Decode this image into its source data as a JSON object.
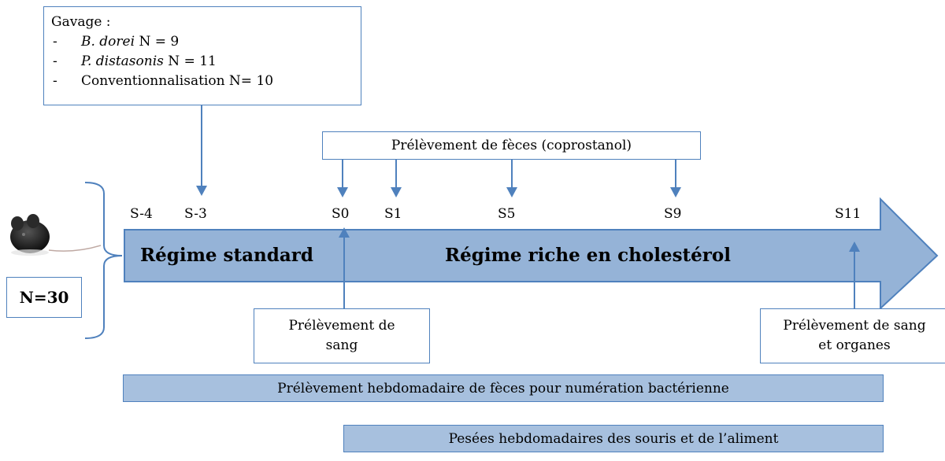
{
  "gavage": {
    "title": "Gavage :",
    "items": [
      {
        "species": "B. dorei",
        "count": "N = 9"
      },
      {
        "species": "P. distasonis",
        "count": "N = 11"
      },
      {
        "species": "",
        "count": "Conventionnalisation N= 10"
      }
    ]
  },
  "feces_sampling": "Prélèvement de fèces (coprostanol)",
  "week_labels": [
    "S-4",
    "S-3",
    "S0",
    "S1",
    "S5",
    "S9",
    "S11"
  ],
  "diet_standard": "Régime standard",
  "diet_cholesterol": "Régime riche en cholestérol",
  "blood_s0": {
    "line1": "Prélèvement de",
    "line2": "sang"
  },
  "blood_s11": {
    "line1": "Prélèvement de sang",
    "line2": "et organes"
  },
  "mouse_count": "N=30",
  "weekly_feces": "Prélèvement hebdomadaire de fèces pour numération bactérienne",
  "weekly_weighing": "Pesées hebdomadaires des souris et de l’aliment",
  "colors": {
    "accent": "#4f81bd",
    "arrow_fill": "#95b3d7",
    "bar_fill": "#a7c0de"
  },
  "icons": [
    "mouse-photo"
  ]
}
